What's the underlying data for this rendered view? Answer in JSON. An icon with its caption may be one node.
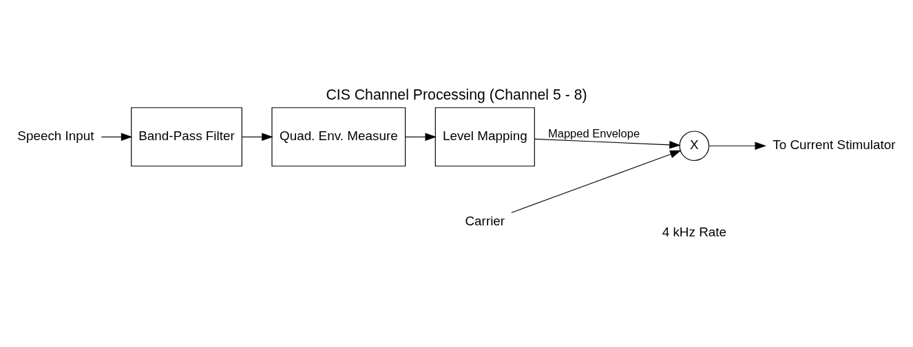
{
  "diagram": {
    "title": "CIS Channel Processing (Channel 5 - 8)",
    "nodes": [
      {
        "text": [
          "Speech Input"
        ]
      },
      {
        "text": [
          "Band-Pass Filter"
        ]
      },
      {
        "text": [
          "Quad. Env. Measure"
        ]
      },
      {
        "text": [
          "Level Mapping"
        ]
      },
      {
        "text": [
          "X"
        ]
      },
      {
        "text": [
          "To Current Stimulator"
        ]
      },
      {
        "text": [
          "Carrier"
        ]
      }
    ],
    "edges": [
      {
        "from": 0,
        "to": 1,
        "arrow": "to"
      },
      {
        "from": 1,
        "to": 2,
        "arrow": "to"
      },
      {
        "from": 2,
        "to": 3,
        "arrow": "to"
      },
      {
        "from": 3,
        "to": 4,
        "arrow": "to",
        "label": "Mapped Envelope"
      },
      {
        "from": 4,
        "to": 5,
        "arrow": "to"
      },
      {
        "from": 6,
        "to": 4,
        "arrow": "to"
      }
    ],
    "labels": [
      "4 kHz Rate"
    ]
  }
}
